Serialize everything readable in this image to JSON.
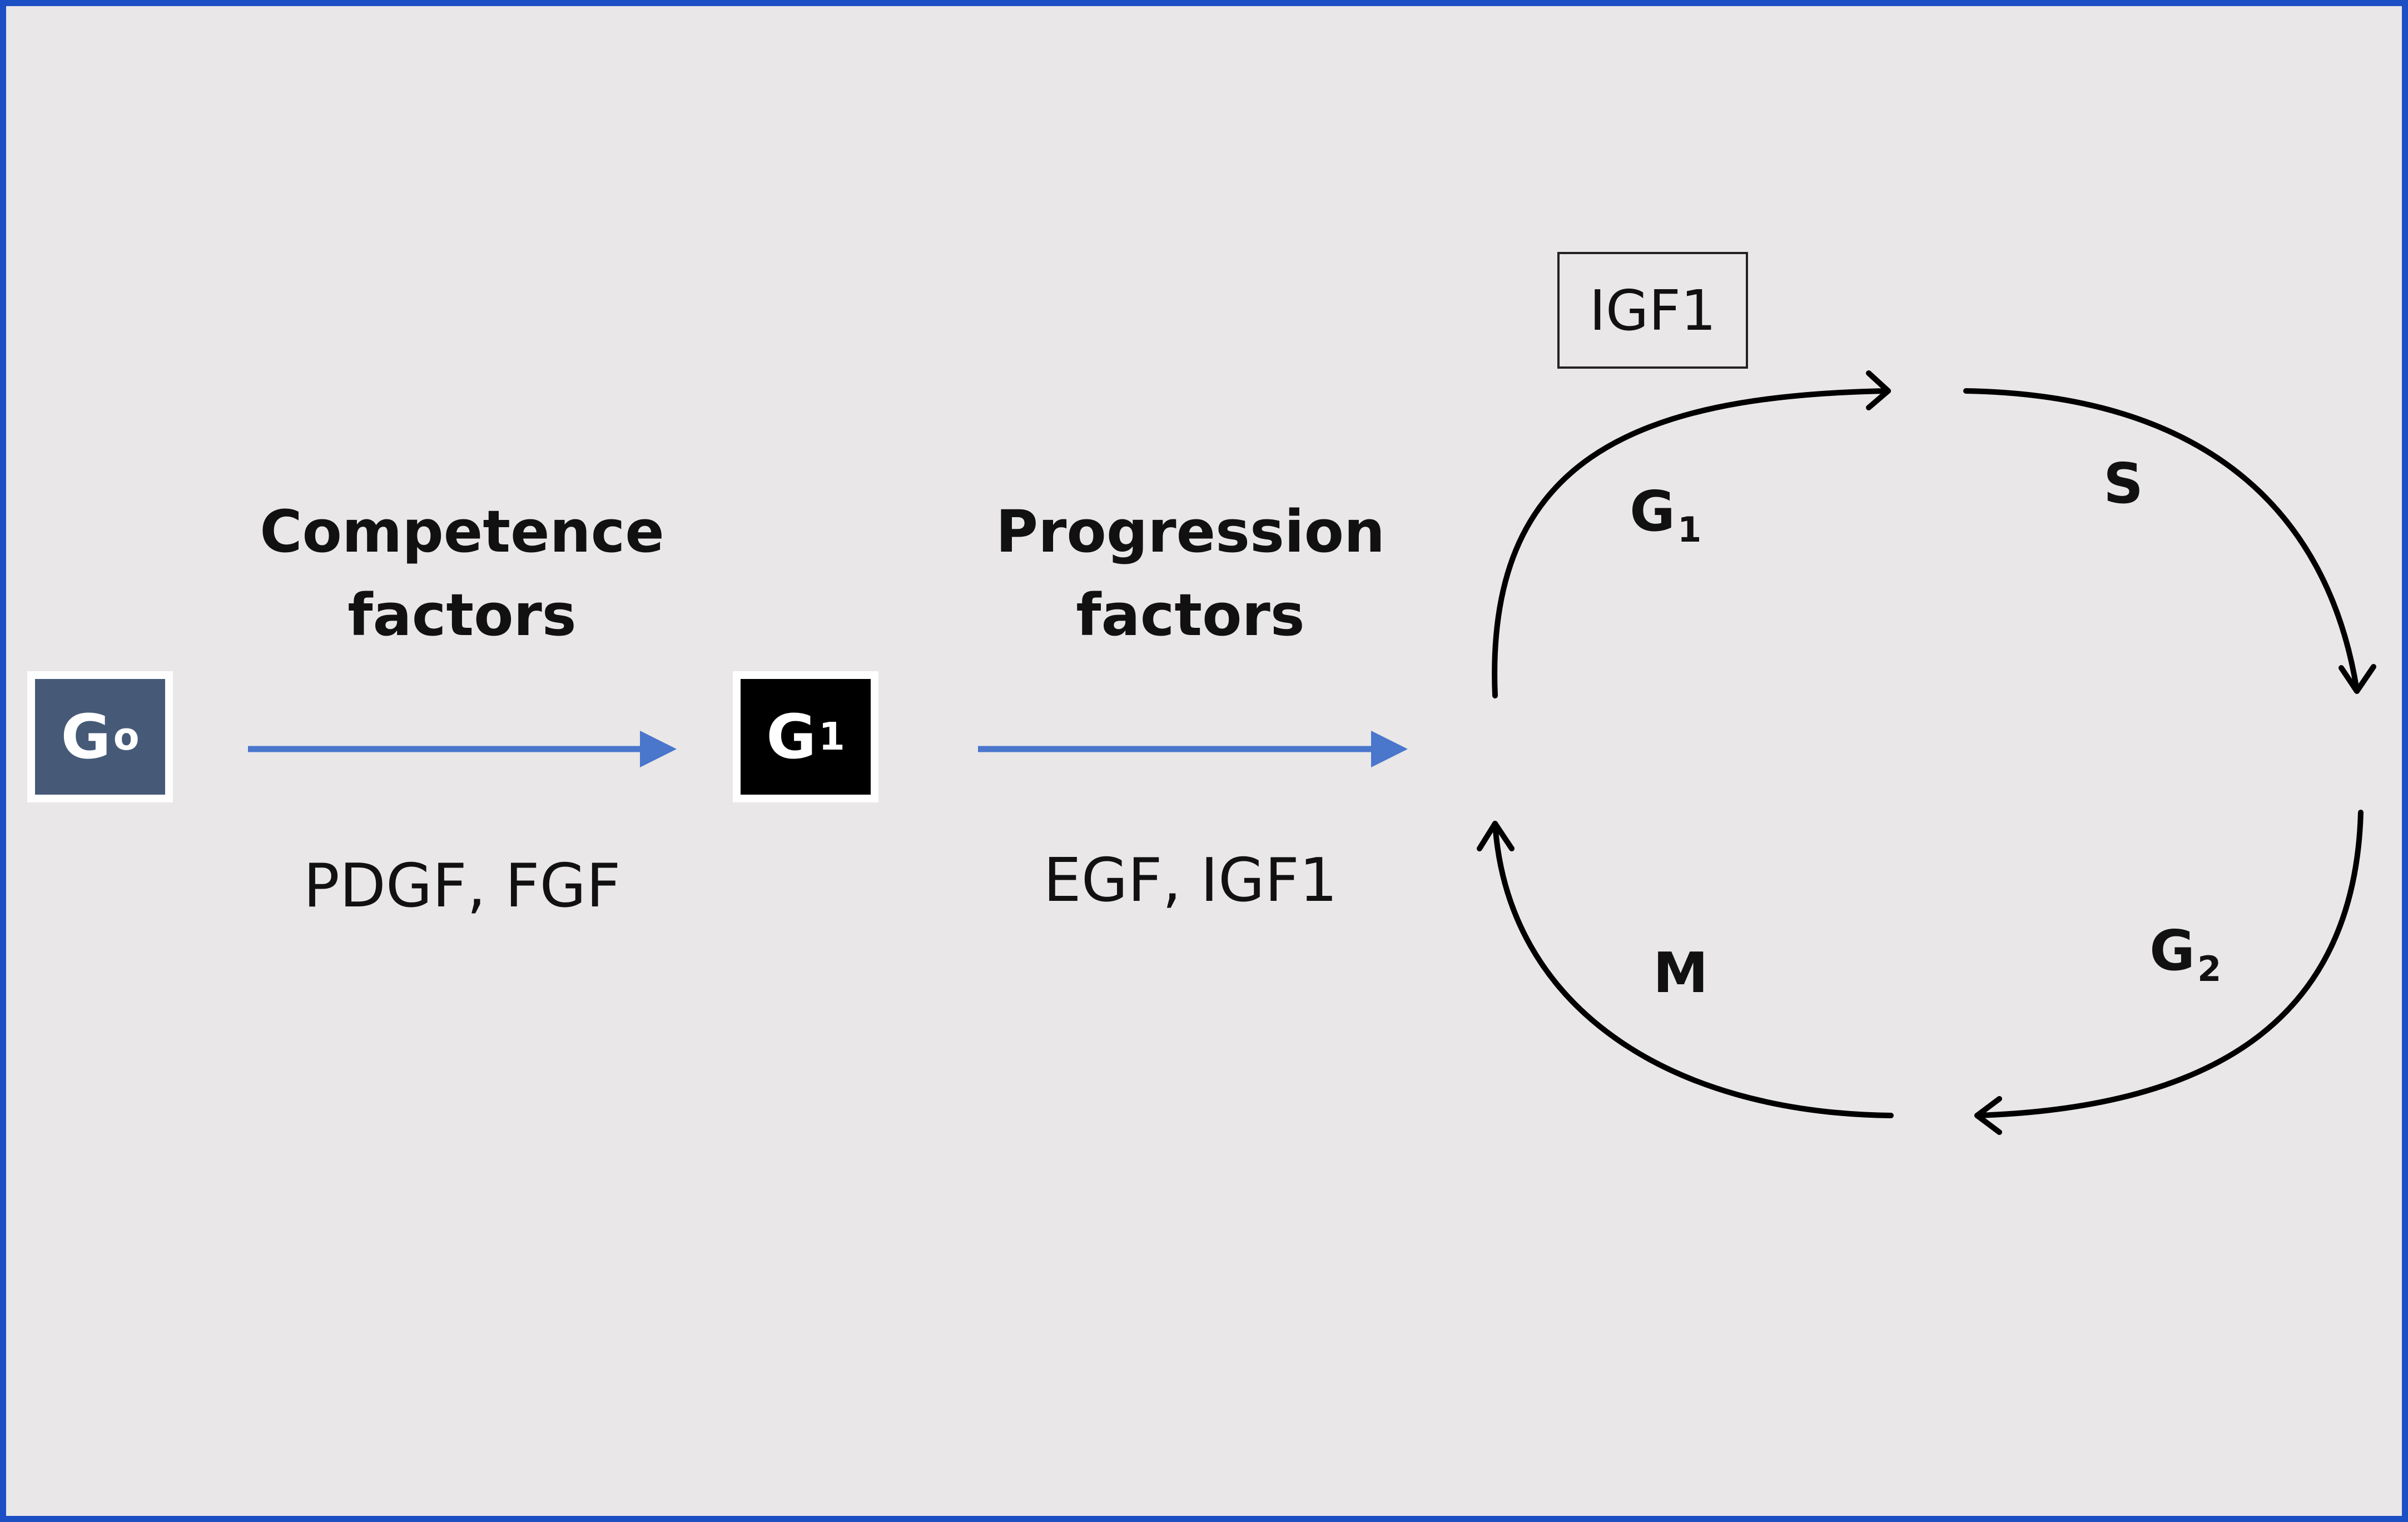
{
  "colors": {
    "background": "#e9e7e8",
    "frame_border": "#1d4fc4",
    "transition_arrow": "#4a76cc",
    "g0_box": "#465a78",
    "g1_box": "#000000",
    "cycle_arrow": "#000000"
  },
  "states": {
    "g0": {
      "letter": "G",
      "subscript": "o"
    },
    "g1": {
      "letter": "G",
      "subscript": "1"
    }
  },
  "transitions": {
    "competence": {
      "title_line1": "Competence",
      "title_line2": "factors",
      "factors": "PDGF, FGF"
    },
    "progression": {
      "title_line1": "Progression",
      "title_line2": "factors",
      "factors": "EGF, IGF1"
    }
  },
  "cycle": {
    "boxed_label": "IGF1",
    "phases": {
      "g1": {
        "letter": "G",
        "subscript": "1"
      },
      "s": {
        "letter": "S"
      },
      "g2": {
        "letter": "G",
        "subscript": "2"
      },
      "m": {
        "letter": "M"
      }
    }
  }
}
